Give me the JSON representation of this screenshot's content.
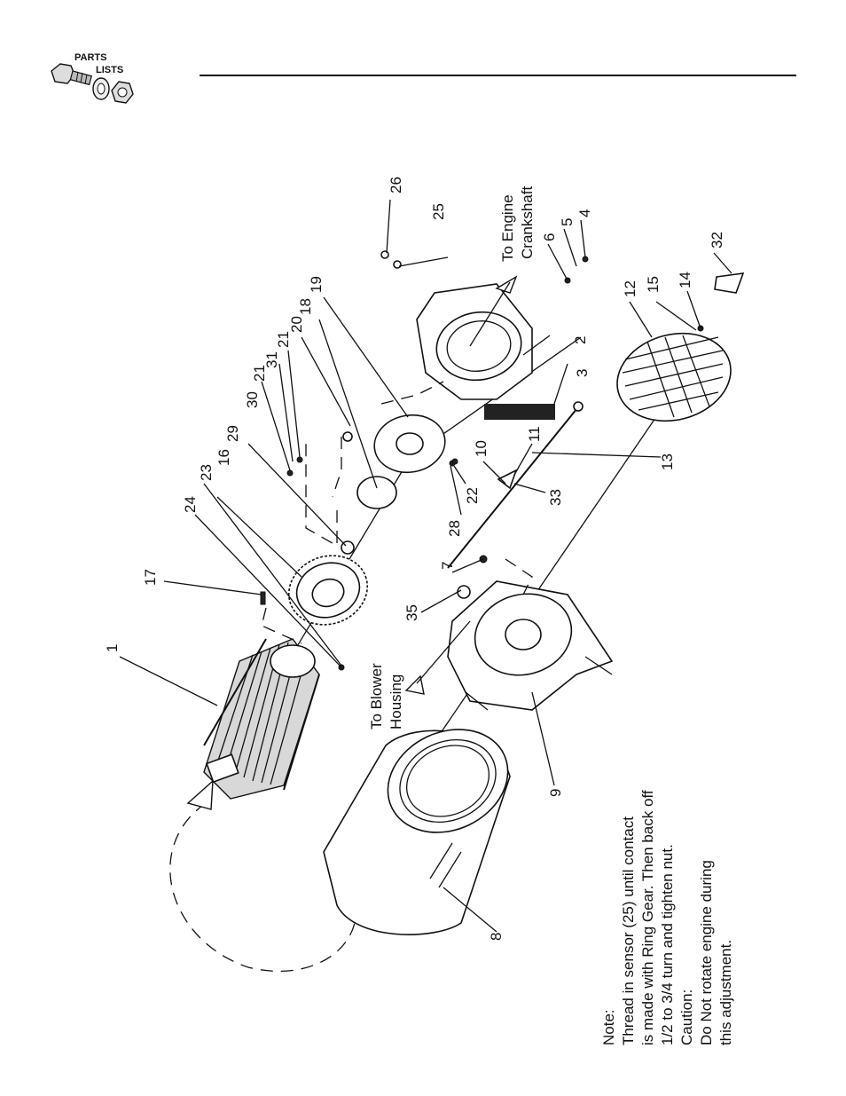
{
  "header": {
    "logo_line1": "PARTS",
    "logo_line2": "LISTS"
  },
  "callouts": [
    {
      "id": "c1",
      "label": "1"
    },
    {
      "id": "c2",
      "label": "2"
    },
    {
      "id": "c3",
      "label": "3"
    },
    {
      "id": "c4",
      "label": "4"
    },
    {
      "id": "c5",
      "label": "5"
    },
    {
      "id": "c6",
      "label": "6"
    },
    {
      "id": "c7",
      "label": "7"
    },
    {
      "id": "c8",
      "label": "8"
    },
    {
      "id": "c9",
      "label": "9"
    },
    {
      "id": "c10",
      "label": "10"
    },
    {
      "id": "c11",
      "label": "11"
    },
    {
      "id": "c12",
      "label": "12"
    },
    {
      "id": "c13",
      "label": "13"
    },
    {
      "id": "c14",
      "label": "14"
    },
    {
      "id": "c15",
      "label": "15"
    },
    {
      "id": "c16",
      "label": "16"
    },
    {
      "id": "c17",
      "label": "17"
    },
    {
      "id": "c18",
      "label": "18"
    },
    {
      "id": "c19",
      "label": "19"
    },
    {
      "id": "c20",
      "label": "20"
    },
    {
      "id": "c21a",
      "label": "21"
    },
    {
      "id": "c21b",
      "label": "21"
    },
    {
      "id": "c22",
      "label": "22"
    },
    {
      "id": "c23",
      "label": "23"
    },
    {
      "id": "c24",
      "label": "24"
    },
    {
      "id": "c25",
      "label": "25"
    },
    {
      "id": "c26",
      "label": "26"
    },
    {
      "id": "c28",
      "label": "28"
    },
    {
      "id": "c29",
      "label": "29"
    },
    {
      "id": "c30",
      "label": "30"
    },
    {
      "id": "c31",
      "label": "31"
    },
    {
      "id": "c32",
      "label": "32"
    },
    {
      "id": "c33",
      "label": "33"
    },
    {
      "id": "c35",
      "label": "35"
    }
  ],
  "destinations": {
    "engine_line1": "To Engine",
    "engine_line2": "Crankshaft",
    "blower_line1": "To Blower",
    "blower_line2": "Housing"
  },
  "note": {
    "heading": "Note:",
    "line1": "Thread in sensor (25) until contact",
    "line2": "is made with Ring Gear.  Then back off",
    "line3": "1/2 to 3/4 turn and tighten nut.",
    "caution_heading": "Caution:",
    "line4": "Do Not rotate engine during",
    "line5": "this adjustment."
  }
}
